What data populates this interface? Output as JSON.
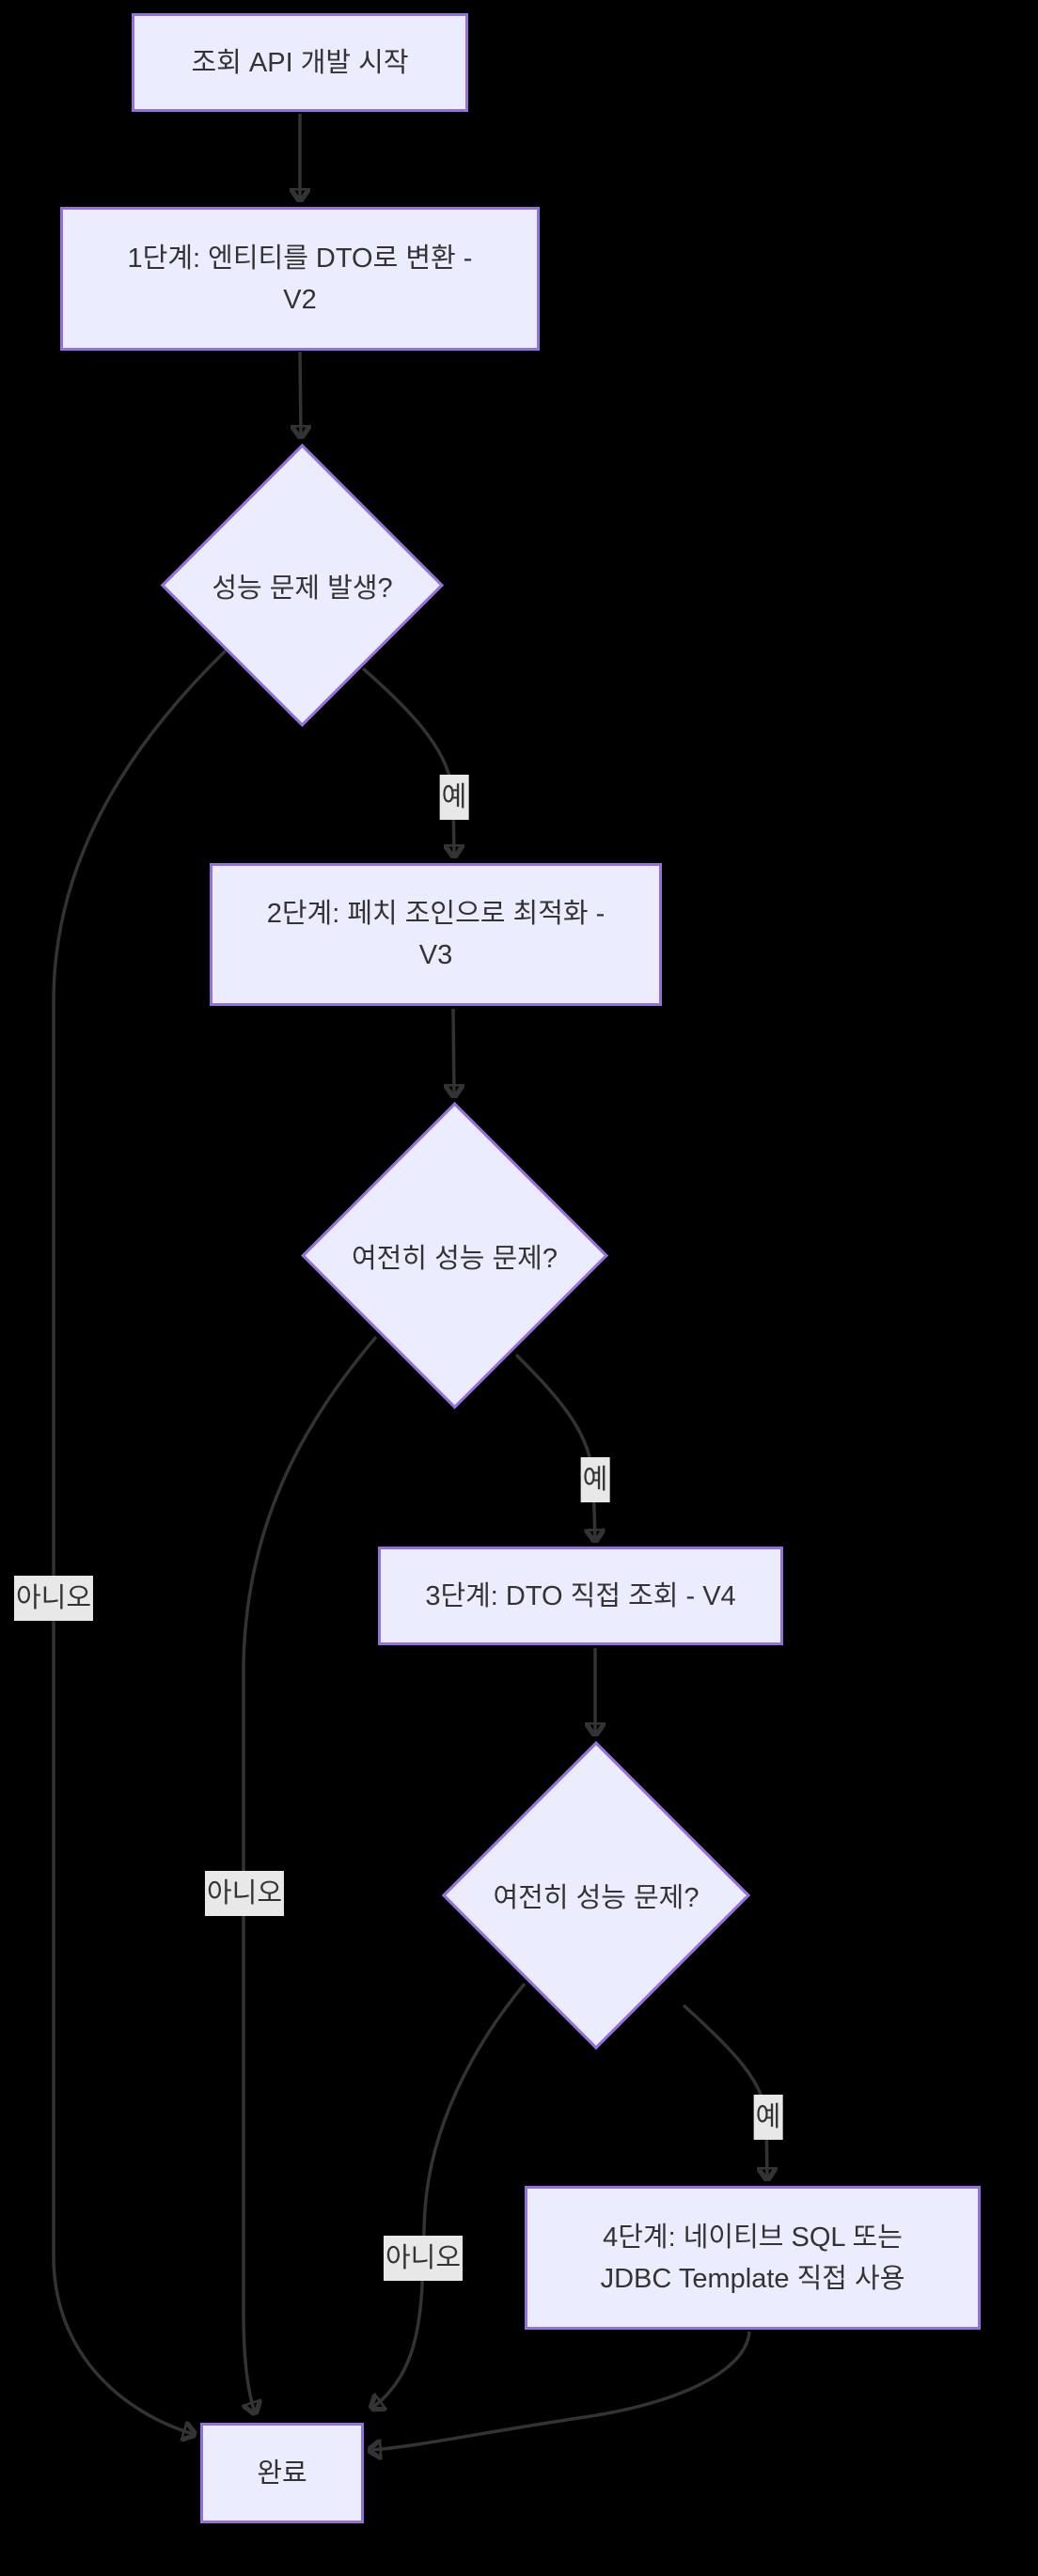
{
  "diagram": {
    "type": "flowchart",
    "direction": "top-down",
    "colors": {
      "background": "#000000",
      "node_fill": "#ECECFF",
      "node_border": "#9370DB",
      "node_text": "#333333",
      "edge_line": "#333333",
      "edge_label_bg": "#E8E8E8",
      "edge_label_text": "#333333"
    },
    "nodes": {
      "start": {
        "label": "조회 API 개발 시작",
        "shape": "rect"
      },
      "step1": {
        "line1": "1단계: 엔티티를 DTO로 변환 -",
        "line2": "V2",
        "shape": "rect"
      },
      "decision1": {
        "label": "성능 문제 발생?",
        "shape": "diamond"
      },
      "step2": {
        "line1": "2단계: 페치 조인으로 최적화 -",
        "line2": "V3",
        "shape": "rect"
      },
      "decision2": {
        "label": "여전히 성능 문제?",
        "shape": "diamond"
      },
      "step3": {
        "label": "3단계: DTO 직접 조회 - V4",
        "shape": "rect"
      },
      "decision3": {
        "label": "여전히 성능 문제?",
        "shape": "diamond"
      },
      "step4": {
        "line1": "4단계: 네이티브 SQL 또는",
        "line2": "JDBC Template 직접 사용",
        "shape": "rect"
      },
      "done": {
        "label": "완료",
        "shape": "rect"
      }
    },
    "edge_labels": {
      "yes1": "예",
      "no1": "아니오",
      "yes2": "예",
      "no2": "아니오",
      "yes3": "예",
      "no3": "아니오"
    },
    "edges": [
      {
        "from": "start",
        "to": "step1",
        "label": ""
      },
      {
        "from": "step1",
        "to": "decision1",
        "label": ""
      },
      {
        "from": "decision1",
        "to": "step2",
        "label": "예"
      },
      {
        "from": "decision1",
        "to": "done",
        "label": "아니오"
      },
      {
        "from": "step2",
        "to": "decision2",
        "label": ""
      },
      {
        "from": "decision2",
        "to": "step3",
        "label": "예"
      },
      {
        "from": "decision2",
        "to": "done",
        "label": "아니오"
      },
      {
        "from": "step3",
        "to": "decision3",
        "label": ""
      },
      {
        "from": "decision3",
        "to": "step4",
        "label": "예"
      },
      {
        "from": "decision3",
        "to": "done",
        "label": "아니오"
      },
      {
        "from": "step4",
        "to": "done",
        "label": ""
      }
    ]
  }
}
